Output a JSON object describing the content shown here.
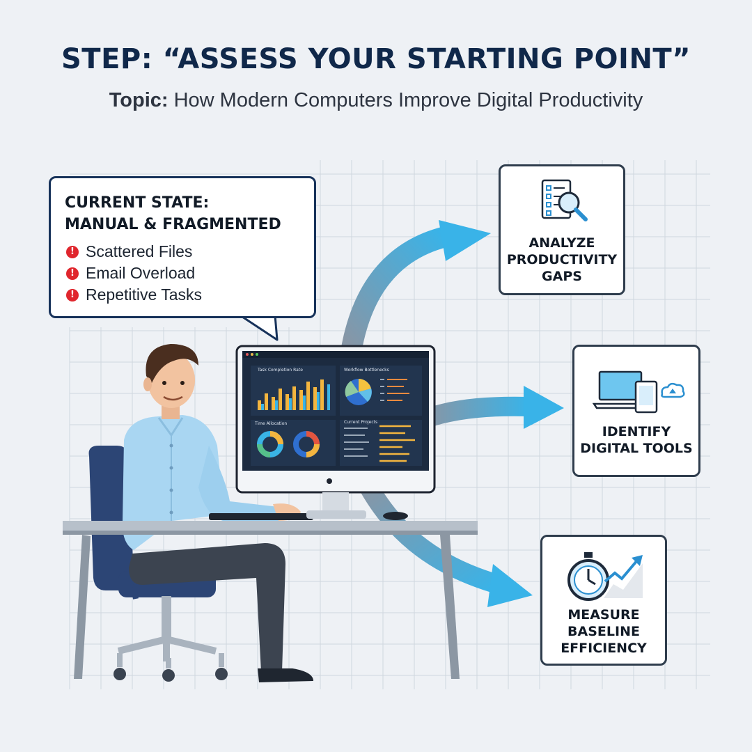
{
  "header": {
    "title": "STEP: “ASSESS YOUR STARTING POINT”",
    "subtitle_label": "Topic:",
    "subtitle_text": " How Modern Computers Improve Digital Productivity"
  },
  "current_state": {
    "title_line1": "CURRENT STATE:",
    "title_line2": "MANUAL & FRAGMENTED",
    "issues": [
      "Scattered Files",
      "Email Overload",
      "Repetitive Tasks"
    ],
    "issue_icon": "exclamation-circle-icon"
  },
  "steps": [
    {
      "label": "ANALYZE\nPRODUCTIVITY\nGAPS",
      "icon": "checklist-magnifier-icon"
    },
    {
      "label": "IDENTIFY\nDIGITAL TOOLS",
      "icon": "devices-cloud-icon"
    },
    {
      "label": "MEASURE\nBASELINE\nEFFICIENCY",
      "icon": "stopwatch-growth-icon"
    }
  ],
  "monitor": {
    "panel_titles": [
      "Task Completion Rate",
      "Workflow Bottlenecks",
      "Time Allocation",
      "Current Projects"
    ]
  },
  "colors": {
    "title": "#10284a",
    "accent_blue": "#3ab4e6",
    "arrow_gray": "#8e9aa8",
    "alert_red": "#e0262d",
    "card_border": "#2f3d4d"
  }
}
